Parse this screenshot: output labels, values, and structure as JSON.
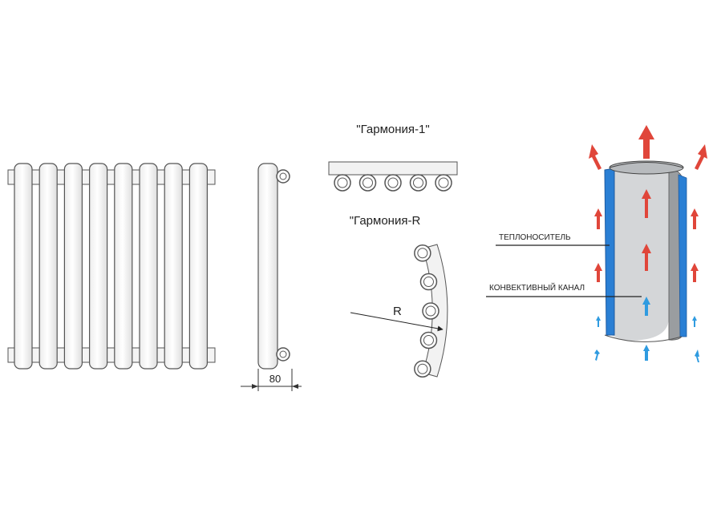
{
  "front_view": {
    "section_count": 8
  },
  "side_view": {
    "width_dimension": "80"
  },
  "harmony_1": {
    "title": "\"Гармония-1\"",
    "tube_count": 5
  },
  "harmony_r": {
    "title": "\"Гармония-R",
    "radius_label": "R",
    "tube_count": 5
  },
  "convection": {
    "coolant_label": "ТЕПЛОНОСИТЕЛЬ",
    "channel_label": "КОНВЕКТИВНЫЙ КАНАЛ",
    "colors": {
      "hot": "#e0463a",
      "cold": "#2f9be0",
      "wall": "#2a7fd4",
      "inner": "#d4d6d8"
    }
  }
}
